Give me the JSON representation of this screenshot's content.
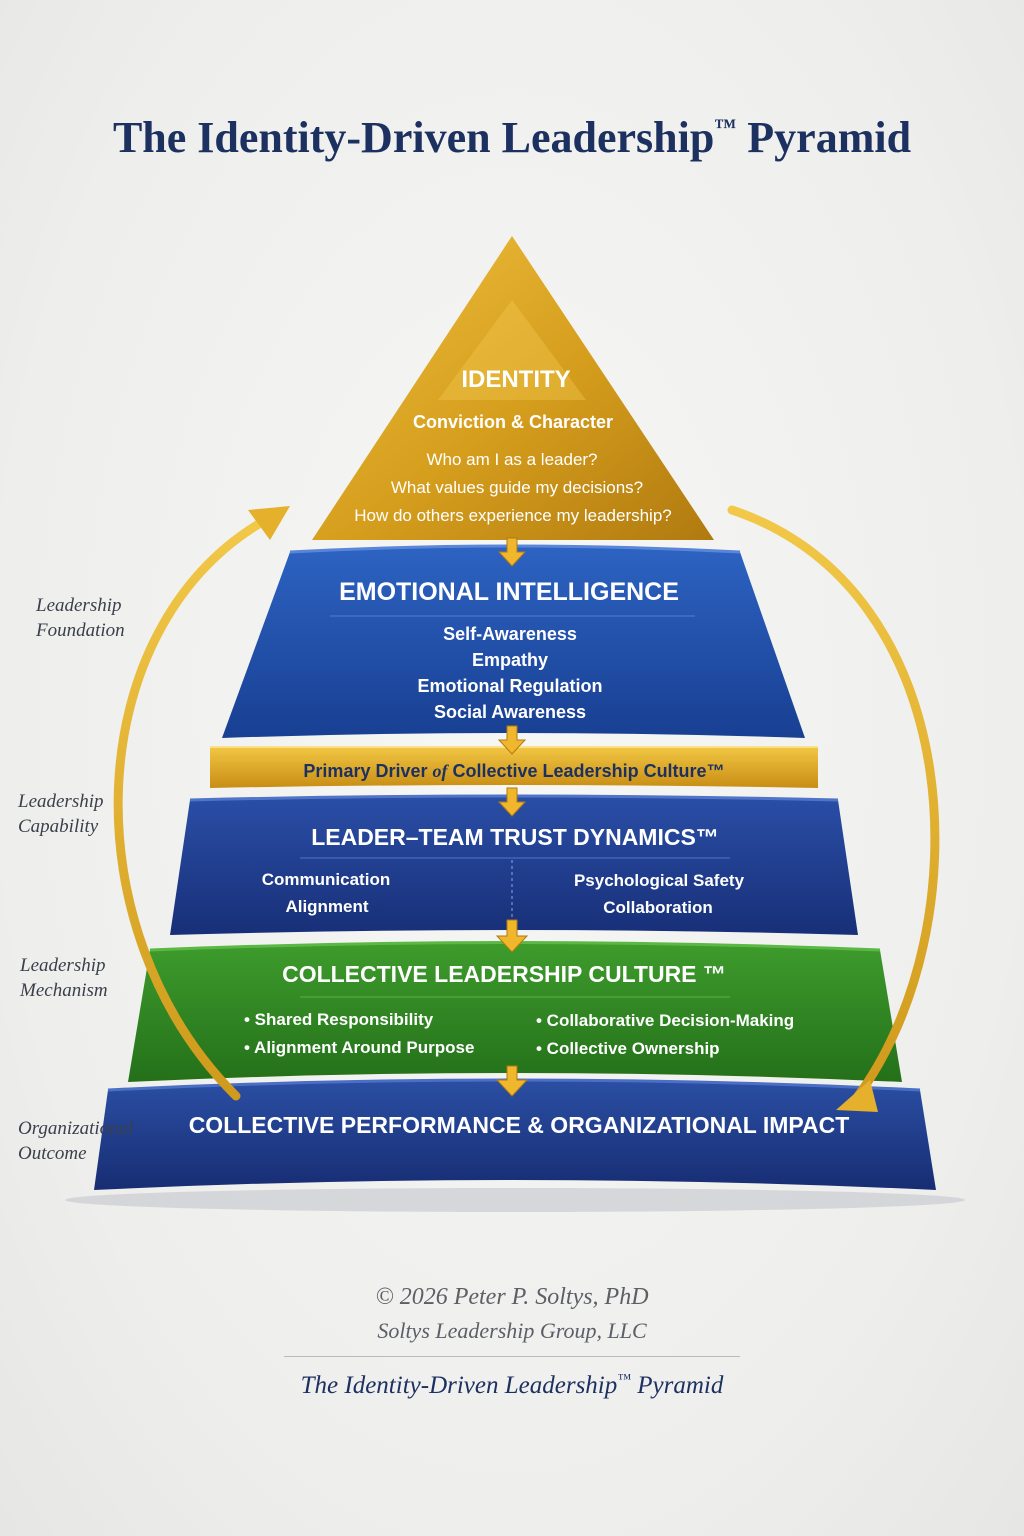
{
  "title": {
    "main": "The Identity-Driven Leadership",
    "tm": "™",
    "rest": " Pyramid"
  },
  "tiers": {
    "identity": {
      "heading": "IDENTITY",
      "subheading": "Conviction & Character",
      "questions": [
        "Who am I as a leader?",
        "What values guide my decisions?",
        "How do others experience my leadership?"
      ]
    },
    "emotional_intelligence": {
      "heading": "EMOTIONAL INTELLIGENCE",
      "items": [
        "Self-Awareness",
        "Empathy",
        "Emotional Regulation",
        "Social Awareness"
      ]
    },
    "driver_band": {
      "prefix": "Primary Driver ",
      "of": "of",
      "suffix": " Collective Leadership Culture™"
    },
    "trust_dynamics": {
      "heading": "LEADER–TEAM TRUST DYNAMICS™",
      "left": [
        "Communication",
        "Alignment"
      ],
      "right": [
        "Psychological Safety",
        "Collaboration"
      ]
    },
    "collective_culture": {
      "heading": "COLLECTIVE LEADERSHIP CULTURE ™",
      "left": [
        "• Shared Responsibility",
        "• Alignment Around Purpose"
      ],
      "right": [
        "• Collaborative Decision-Making",
        "• Collective Ownership"
      ]
    },
    "performance": {
      "heading": "COLLECTIVE PERFORMANCE & ORGANIZATIONAL IMPACT"
    }
  },
  "side_labels": {
    "foundation": [
      "Leadership",
      "Foundation"
    ],
    "capability": [
      "Leadership",
      "Capability"
    ],
    "mechanism": [
      "Leadership",
      "Mechanism"
    ],
    "outcome": [
      "Organizational",
      "Outcome"
    ]
  },
  "footer": {
    "copyright": "© 2026 Peter P. Soltys, PhD",
    "company": "Soltys Leadership Group, LLC",
    "tagline_main": "The Identity-Driven Leadership",
    "tagline_tm": "™",
    "tagline_rest": " Pyramid"
  },
  "colors": {
    "gold": "#d9a21f",
    "blue": "#1f4fa8",
    "navy": "#1d3a8a",
    "green": "#2f8a22",
    "title_navy": "#1d3161"
  }
}
